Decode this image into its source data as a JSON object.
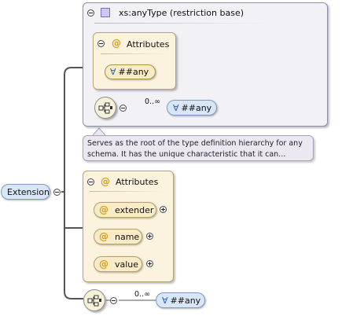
{
  "base": {
    "title": "xs:anyType (restriction base)",
    "attributes_title": "Attributes",
    "any_attribute": "##any",
    "occurrence": "0..∞",
    "any_element": "##any"
  },
  "documentation": {
    "line1": "Serves as the root of the type definition hierarchy for any",
    "line2": "schema. It has the unique characteristic that it can..."
  },
  "root": {
    "label": "Extension"
  },
  "attributes": {
    "title": "Attributes",
    "items": [
      {
        "name": "extender"
      },
      {
        "name": "name"
      },
      {
        "name": "value"
      }
    ]
  },
  "sequence": {
    "occurrence": "0..∞",
    "any_element": "##any"
  },
  "icons": {
    "attribute_symbol": "@",
    "wildcard_symbol": "∀",
    "collapse": "minus-circle-icon",
    "expand": "plus-circle-icon",
    "sequence": "sequence-compositor-icon",
    "complex_type": "complex-type-icon"
  },
  "colors": {
    "attribute_fill": "#fbf3dd",
    "element_fill": "#d9e6f7",
    "base_fill": "#f1f1f6",
    "attribute_symbol": "#d49c1a",
    "wildcard_symbol": "#2a5fae"
  }
}
